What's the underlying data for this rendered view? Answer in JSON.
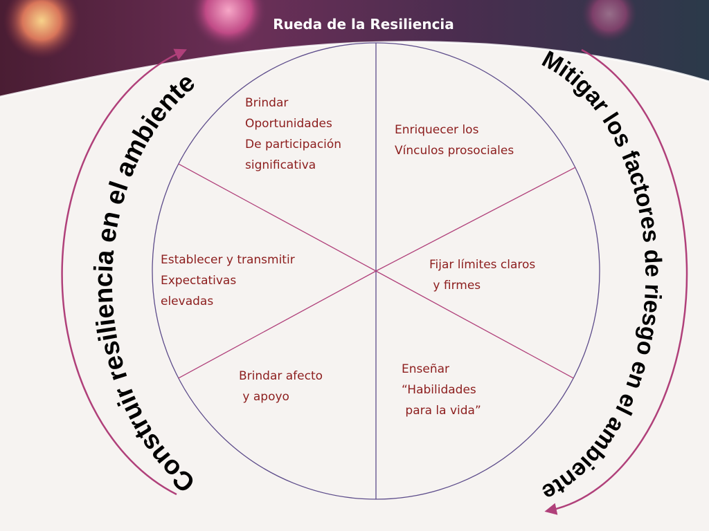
{
  "title": "Rueda de la Resiliencia",
  "left_arc_text": "Construir resiliencia en el ambiente",
  "right_arc_text": "Mitigar los factores de riesgo en el ambiente",
  "segments": [
    {
      "lines": [
        "Brindar",
        "Oportunidades",
        "De participación",
        "significativa"
      ]
    },
    {
      "lines": [
        "Enriquecer los",
        "Vínculos prosociales"
      ]
    },
    {
      "lines": [
        "Fijar límites claros",
        " y firmes"
      ]
    },
    {
      "lines": [
        "Enseñar",
        "“Habilidades",
        " para la vida”"
      ]
    },
    {
      "lines": [
        "Brindar afecto",
        " y apoyo"
      ]
    },
    {
      "lines": [
        "Establecer y transmitir",
        "Expectativas",
        "elevadas"
      ]
    }
  ],
  "colors": {
    "banner": "#3a1c33",
    "circle_stroke": "#5c4b8a",
    "spoke": "#b0407a",
    "arrow": "#b0407a",
    "segment_text": "#8c1d1d"
  }
}
